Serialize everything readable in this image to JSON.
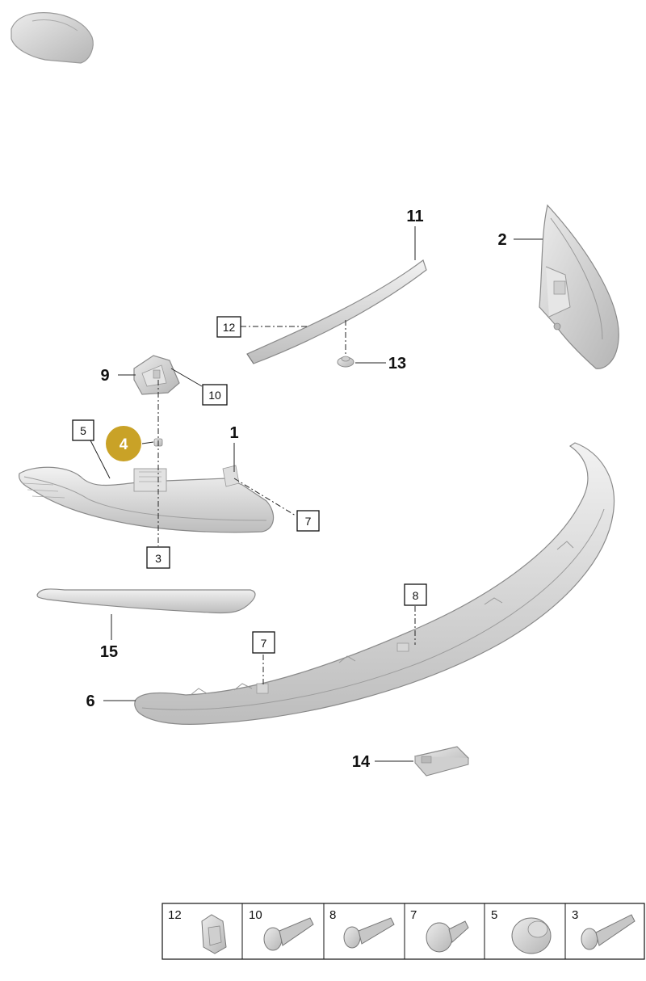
{
  "callouts": {
    "p1": "1",
    "p2": "2",
    "p3": "3",
    "p4": "4",
    "p5": "5",
    "p6": "6",
    "p7a": "7",
    "p7b": "7",
    "p8": "8",
    "p9": "9",
    "p10": "10",
    "p11": "11",
    "p12": "12",
    "p13": "13",
    "p14": "14",
    "p15": "15"
  },
  "legend": {
    "cells": [
      {
        "label": "12",
        "icon": "clip-icon"
      },
      {
        "label": "10",
        "icon": "flange-screw-icon"
      },
      {
        "label": "8",
        "icon": "flange-screw-icon"
      },
      {
        "label": "7",
        "icon": "large-flange-screw-icon"
      },
      {
        "label": "5",
        "icon": "cap-icon"
      },
      {
        "label": "3",
        "icon": "screw-icon"
      }
    ]
  },
  "colors": {
    "part_fill": "#d9d9d9",
    "part_edge": "#8a8a8a",
    "highlight": "#c9a227"
  }
}
